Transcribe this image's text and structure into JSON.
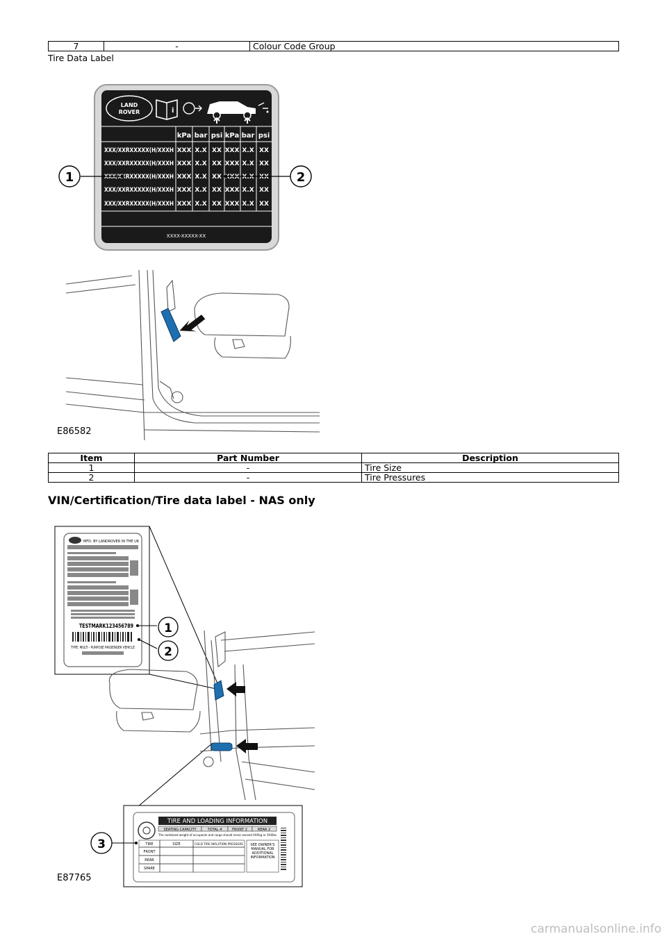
{
  "top_table": {
    "row": {
      "item": "7",
      "part_number": "-",
      "description": "Colour Code Group"
    }
  },
  "section1": {
    "caption": "Tire Data Label"
  },
  "figure1": {
    "label": {
      "logo_line1": "LAND",
      "logo_line2": "ROVER",
      "headers": [
        "kPa",
        "bar",
        "psi",
        "kPa",
        "bar",
        "psi"
      ],
      "rows": [
        [
          "XXX/XXRXXXXX(H/XXXH",
          "XXX",
          "X.X",
          "XX",
          "XXX",
          "X.X",
          "XX"
        ],
        [
          "XXX/XXRXXXXX(H/XXXH",
          "XXX",
          "X.X",
          "XX",
          "XXX",
          "X.X",
          "XX"
        ],
        [
          "XXX/XXRXXXXX(H/XXXH",
          "XXX",
          "X.X",
          "XX",
          "XXX",
          "X.X",
          "XX"
        ],
        [
          "XXX/XXRXXXXX(H/XXXH",
          "XXX",
          "X.X",
          "XX",
          "XXX",
          "X.X",
          "XX"
        ],
        [
          "XXX/XXRXXXXX(H/XXXH",
          "XXX",
          "X.X",
          "XX",
          "XXX",
          "X.X",
          "XX"
        ]
      ],
      "footer_code": "XXXX-XXXXX-XX"
    },
    "callouts": [
      "1",
      "2"
    ],
    "figure_id": "E86582"
  },
  "items_table": {
    "headers": [
      "Item",
      "Part Number",
      "Description"
    ],
    "rows": [
      {
        "item": "1",
        "part_number": "-",
        "description": "Tire Size"
      },
      {
        "item": "2",
        "part_number": "-",
        "description": "Tire Pressures"
      }
    ]
  },
  "section2": {
    "heading": "VIN/Certification/Tire data label - NAS only"
  },
  "figure2": {
    "cert_label": {
      "header": "MFD. BY LANDROVER IN THE UK",
      "test_mark": "TESTMARK123456789",
      "type_line": "TYPE: MULTI - PURPOSE PASSENGER VEHICLE"
    },
    "tire_label": {
      "title": "TIRE AND LOADING INFORMATION",
      "seating": "SEATING CAPACITY",
      "total": "TOTAL 4",
      "front": "FRONT 2",
      "rear": "REAR 2",
      "combined": "The combined weight of occupants and cargo should never exceed XXXkg or XXXlbs",
      "col_tire": "TIRE",
      "col_size": "SIZE",
      "col_pressure": "COLD TIRE INFLATION PRESSURE",
      "row_front": "FRONT",
      "row_rear": "REAR",
      "row_spare": "SPARE",
      "see_manual": "SEE OWNER'S MANUAL FOR ADDITIONAL INFORMATION"
    },
    "callouts": [
      "1",
      "2",
      "3"
    ],
    "figure_id": "E87765"
  },
  "footer": {
    "watermark": "carmanualsonline.info"
  }
}
